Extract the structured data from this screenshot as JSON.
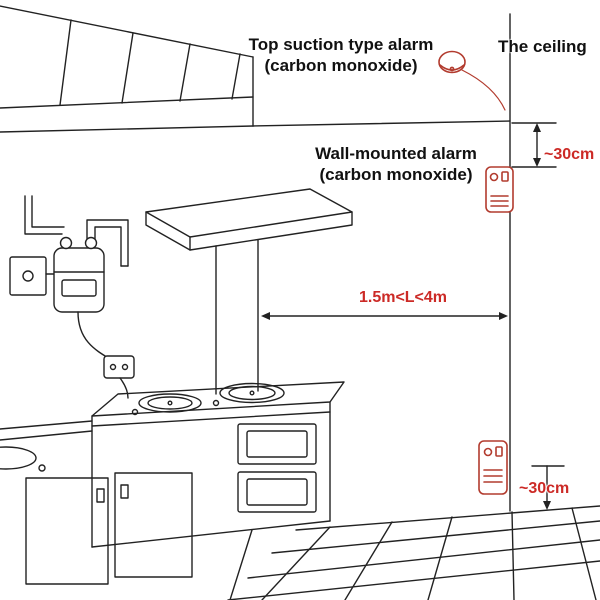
{
  "labels": {
    "top_alarm": {
      "line1": "Top suction type alarm",
      "line2": "(carbon monoxide)"
    },
    "ceiling": "The ceiling",
    "wall_alarm": {
      "line1": "Wall-mounted alarm",
      "line2": "(carbon monoxide)"
    },
    "dim_ceiling_gap": "~30cm",
    "dim_floor_gap": "~30cm",
    "dim_horizontal": "1.5m<L<4m"
  },
  "icons": {
    "ceiling_alarm": "co-alarm-ceiling-disc-icon",
    "wall_alarm": "co-alarm-wall-box-icon"
  },
  "colors": {
    "line": "#222222",
    "alarm_red": "#b23b2e",
    "dim_text_red": "#cc2a26",
    "background": "#ffffff"
  }
}
